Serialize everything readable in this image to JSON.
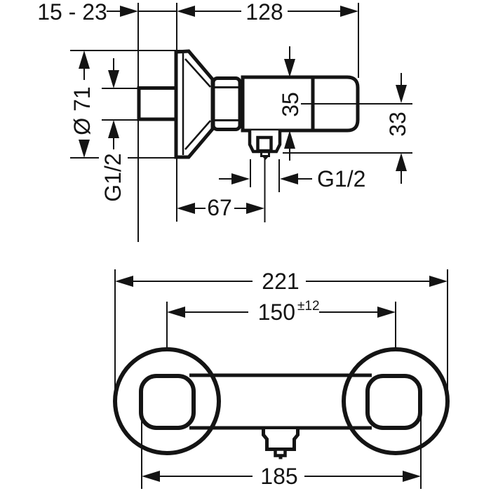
{
  "page": {
    "background": "#ffffff",
    "ink": "#141414",
    "kind": "technical dimension drawing"
  },
  "side_view": {
    "name": "side view",
    "dims": {
      "wall_adjust": "15 - 23",
      "depth_from_wall": "128",
      "escutcheon_diameter": "Ø 71",
      "inlet_thread": "G1/2",
      "body_diameter": "35",
      "outlet_drop": "33",
      "outlet_thread": "G1/2",
      "outlet_offset_from_wall": "67"
    }
  },
  "front_view": {
    "name": "front view",
    "dims": {
      "overall_width": "221",
      "connection_centers": "150",
      "connection_tolerance": "±12",
      "body_width": "185"
    }
  }
}
